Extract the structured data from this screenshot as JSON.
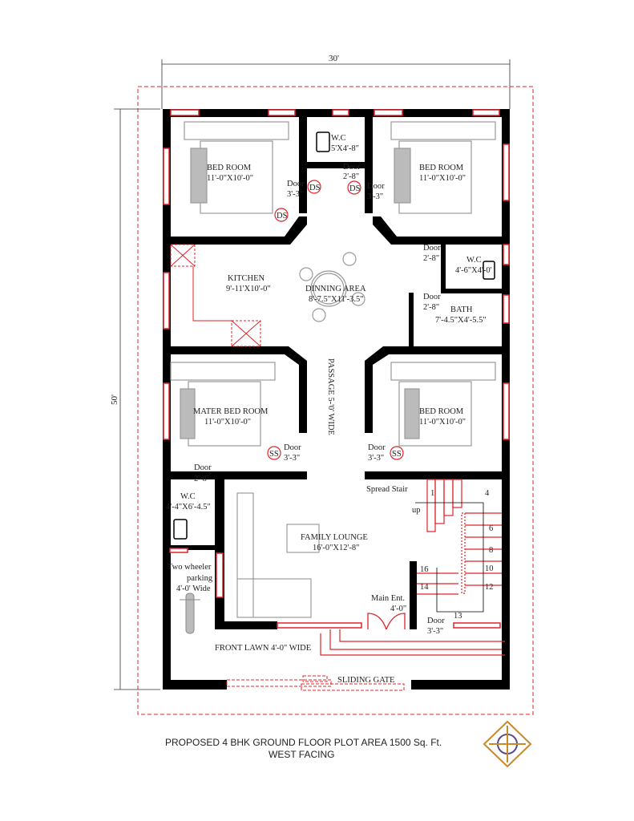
{
  "dimensions": {
    "width": "30'",
    "depth": "50'"
  },
  "rooms": {
    "bed_top_left": {
      "name": "BED ROOM",
      "size": "11'-0\"X10'-0\""
    },
    "wc_top": {
      "name": "W.C",
      "size": "5'X4'-8\""
    },
    "bed_top_right": {
      "name": "BED ROOM",
      "size": "11'-0\"X10'-0\""
    },
    "kitchen": {
      "name": "KITCHEN",
      "size": "9'-11'X10'-0\""
    },
    "dining": {
      "name": "DINNING AREA",
      "size": "8'-7.5\"X11'-3.5\""
    },
    "wc_right": {
      "name": "W.C",
      "size": "4'-6\"X4'-0'"
    },
    "bath": {
      "name": "BATH",
      "size": "7'-4.5\"X4'-5.5\""
    },
    "master_bed": {
      "name": "MATER BED ROOM",
      "size": "11'-0\"X10'-0\""
    },
    "bed_bottom_right": {
      "name": "BED ROOM",
      "size": "11'-0\"X10'-0\""
    },
    "passage": {
      "name": "PASSAGE 5-'0' WIDE"
    },
    "wc_left": {
      "name": "W.C",
      "size": "4'-4\"X6'-4.5\""
    },
    "family_lounge": {
      "name": "FAMILY LOUNGE",
      "size": "16'-0\"X12'-8\""
    },
    "parking": {
      "line1": "Two wheeler",
      "line2": "parking",
      "line3": "4'-0' Wide"
    },
    "front_lawn": {
      "name": "FRONT LAWN 4'-0\" WIDE"
    },
    "sliding_gate": {
      "name": "SLIDING GATE"
    }
  },
  "doors": {
    "label": "Door",
    "d33": "3'-3\"",
    "d28": "2'-8\"",
    "main_ent": "Main Ent.",
    "main_ent_size": "4'-0\""
  },
  "tags": {
    "ds": "DS",
    "ss": "SS"
  },
  "stair": {
    "title": "Spread Stair",
    "up": "up",
    "numbers": [
      "1",
      "4",
      "6",
      "8",
      "10",
      "12",
      "13",
      "14",
      "16"
    ]
  },
  "caption": {
    "line1": "PROPOSED 4 BHK GROUND FLOOR  PLOT AREA  1500 Sq. Ft.",
    "line2": "WEST FACING"
  },
  "colors": {
    "wall": "#000000",
    "window": "#e0232a",
    "furniture": "#9a9a9a",
    "plot_border": "#e0232a",
    "logo": "#c98a2b"
  }
}
